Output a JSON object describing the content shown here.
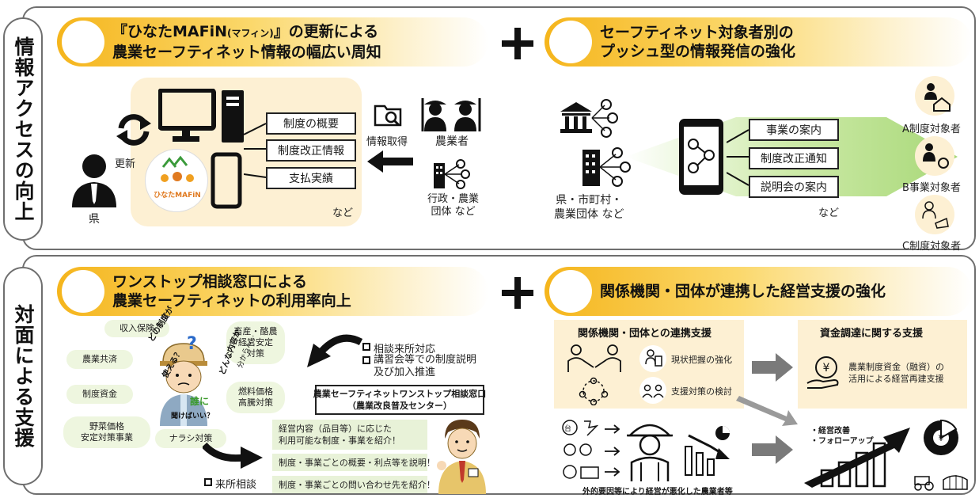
{
  "side": {
    "top": "情報アクセスの向上",
    "bottom": "対面による支援"
  },
  "banners": {
    "top_left": {
      "line1": "『ひなたMAFiN",
      "small": "(マフィン)",
      "line1b": "』の更新による",
      "line2": "農業セーフティネット情報の幅広い周知"
    },
    "top_right": {
      "line1": "セーフティネット対象者別の",
      "line2": "プッシュ型の情報発信の強化"
    },
    "bottom_left": {
      "line1": "ワンストップ相談窓口による",
      "line2": "農業セーフティネットの利用率向上"
    },
    "bottom_right": {
      "line1": "関係機関・団体が連携した経営支援の強化"
    }
  },
  "top_left": {
    "prefecture": "県",
    "update": "更新",
    "logo": "ひなたMAFiN",
    "boxes": [
      "制度の概要",
      "制度改正情報",
      "支払実績"
    ],
    "etc": "など",
    "info_get": "情報取得",
    "farmers": "農業者",
    "admin": "行政・農業\n団体 など"
  },
  "top_right": {
    "sender": "県・市町村・\n農業団体 など",
    "boxes": [
      "事業の案内",
      "制度改正通知",
      "説明会の案内"
    ],
    "etc": "など",
    "targets": [
      "A制度対象者",
      "B事業対象者",
      "C制度対象者"
    ]
  },
  "bottom_left": {
    "bubbles": [
      "収入保険",
      "農業共済",
      "制度資金",
      "野菜価格\n安定対策事業",
      "ナラシ対策",
      "畜産・酪農\n経営安定\n対策",
      "燃料価格\n高騰対策"
    ],
    "thought": [
      "どの制度が",
      "使える？",
      "誰に",
      "聞けばいい？",
      "どんな内容か",
      "分からん…"
    ],
    "checks": [
      "相談来所対応",
      "講習会等での制度説明\n及び加入推進"
    ],
    "visit": "来所相談",
    "window_title": "農業セーフティネットワンストップ相談窓口\n（農業改良普及センター）",
    "infos": [
      "経営内容（品目等）に応じた\n利用可能な制度・事業を紹介！",
      "制度・事業ごとの概要・利点等を説明！",
      "制度・事業ごとの問い合わせ先を紹介！"
    ]
  },
  "bottom_right": {
    "head_left": "関係機関・団体との連携支援",
    "head_right": "資金調達に関する支援",
    "items": [
      "現状把握の強化",
      "支援対策の検討"
    ],
    "fund": "農業制度資金（融資）の\n活用による経営再建支援",
    "caption": "外的要因等により経営が悪化した農業者等",
    "improve": [
      "・経営改善",
      "・フォローアップ"
    ],
    "icon_label": "台"
  },
  "colors": {
    "banner_start": "#f5b51c",
    "cream": "#fdf0d3",
    "green": "#bfe29a",
    "arrow": "#111111"
  }
}
